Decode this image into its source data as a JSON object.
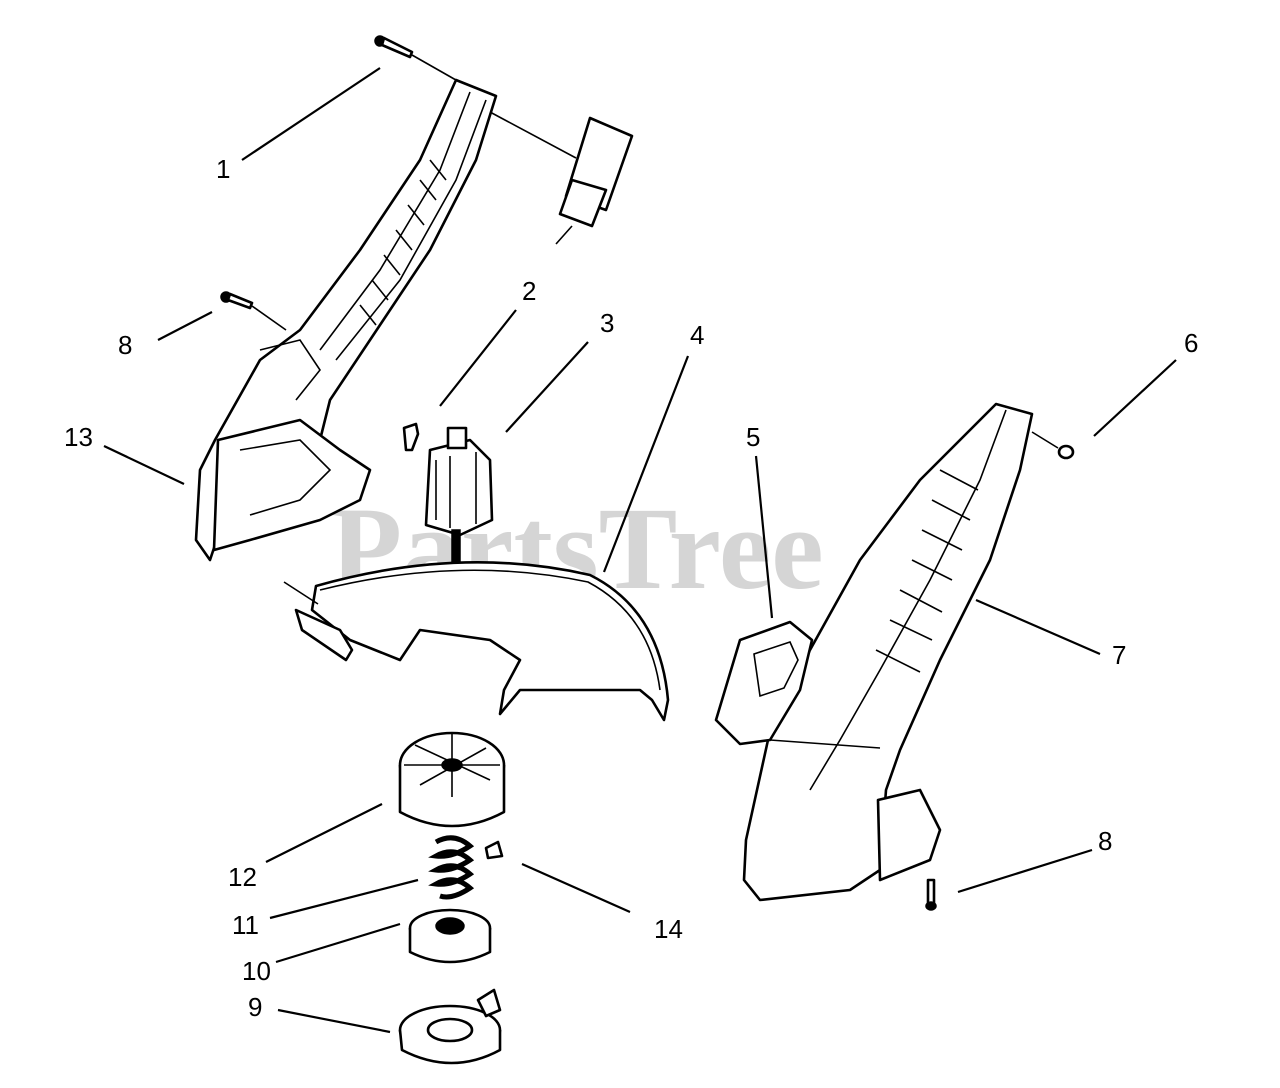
{
  "watermark": "PartsTree",
  "callouts": {
    "c1": "1",
    "c2": "2",
    "c3": "3",
    "c4": "4",
    "c5": "5",
    "c6": "6",
    "c7": "7",
    "c8a": "8",
    "c8b": "8",
    "c9": "9",
    "c10": "10",
    "c11": "11",
    "c12": "12",
    "c13": "13",
    "c14": "14"
  }
}
